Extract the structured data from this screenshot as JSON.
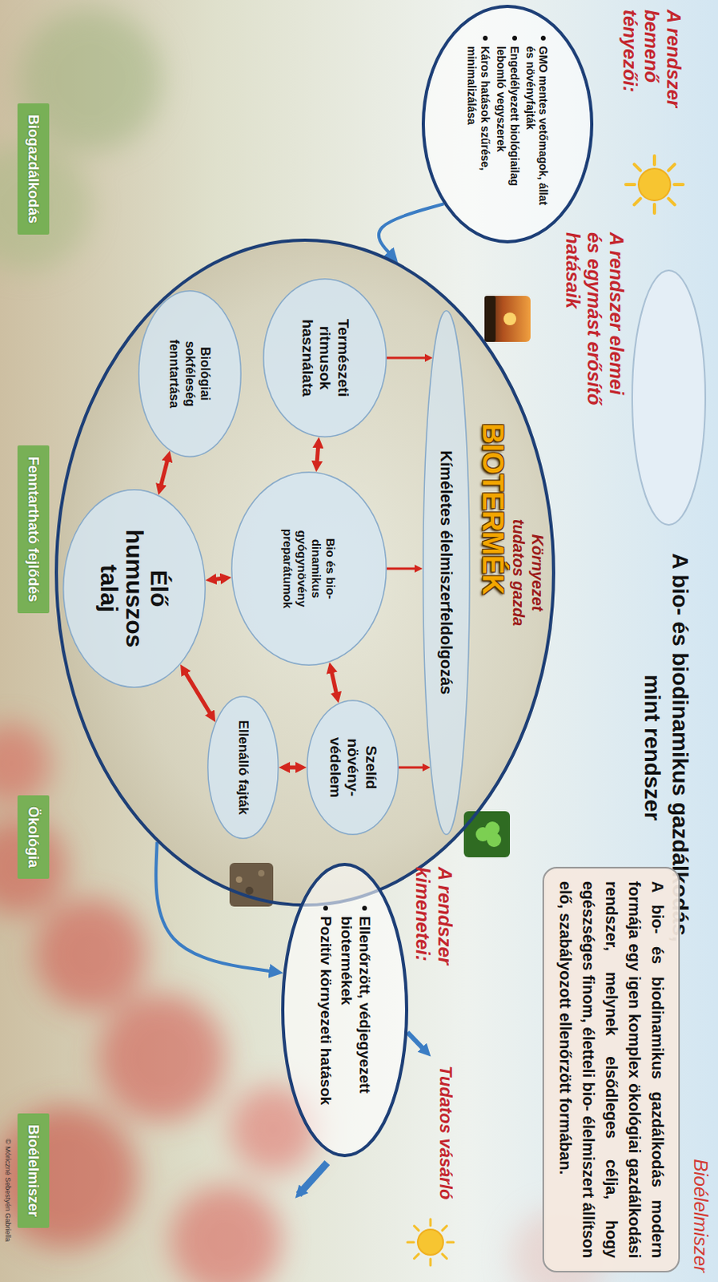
{
  "diagram": {
    "title": "A bio- és biodinamikus gazdálkodás, mint rendszer",
    "nodes": [
      {
        "text": [
          "GMO mentes vetőmagok, állat és növényfajták",
          "Engedélyezett biológiailag lebomló vegyszerek",
          "Káros hatások szűrése, minimalizálása"
        ]
      },
      {
        "text": [
          "Környezet tudatos gazda",
          "BIOTERMÉK"
        ]
      },
      {
        "text": [
          "Kíméletes élelmiszerfeldolgozás"
        ],
        "in": 1
      },
      {
        "text": [
          "Természeti ritmusok használata"
        ],
        "in": 1
      },
      {
        "text": [
          "Bio és bio- dinamikus gyógynövény preparátumok"
        ],
        "in": 1
      },
      {
        "text": [
          "Szelíd növény- védelem"
        ],
        "in": 1
      },
      {
        "text": [
          "Ellenálló fajták"
        ],
        "in": 1
      },
      {
        "text": [
          "Biológiai sokféleség fenntartása"
        ],
        "in": 1
      },
      {
        "text": [
          "Élő humuszos talaj"
        ],
        "in": 1
      },
      {
        "text": [
          "A bio- és biodinamikus gazdálkodás modern formája egy igen komplex ökológiai gazdálkodási rendszer, melynek elsődleges célja, hogy egészséges finom, életteli bio- élelmiszert állítson elő, szabályozott ellenőrzött formában."
        ]
      },
      {
        "text": [
          "Ellenőrzött, védjegyezett biotermékek",
          "Pozitív környezeti hatások"
        ]
      },
      {
        "text": [
          "Biogazdálkodás"
        ]
      },
      {
        "text": [
          "Fenntartható fejlődés"
        ]
      },
      {
        "text": [
          "Ökológia"
        ]
      },
      {
        "text": [
          "Bioélelmiszer"
        ]
      }
    ],
    "edges": [
      {
        "from": 0,
        "to": 1,
        "arrow": "to"
      },
      {
        "from": 1,
        "to": 10,
        "arrow": "to"
      },
      {
        "from": 3,
        "to": 4,
        "arrow": "both"
      },
      {
        "from": 4,
        "to": 5,
        "arrow": "both"
      },
      {
        "from": 5,
        "to": 6,
        "arrow": "both"
      },
      {
        "from": 6,
        "to": 8,
        "arrow": "both"
      },
      {
        "from": 4,
        "to": 8,
        "arrow": "both"
      },
      {
        "from": 8,
        "to": 7,
        "arrow": "both"
      },
      {
        "from": 3,
        "to": 2,
        "arrow": "to"
      },
      {
        "from": 4,
        "to": 2,
        "arrow": "to"
      },
      {
        "from": 5,
        "to": 2,
        "arrow": "to"
      }
    ],
    "labels": [
      "A rendszer bemenő tényezői:",
      "A rendszer elemei és egymást erősítő hatásaik",
      "A rendszer kimenetei:",
      "Tudatos vásárló",
      "Bioélelmiszer",
      "© Móriczné Sebestyén Gabriella"
    ]
  }
}
